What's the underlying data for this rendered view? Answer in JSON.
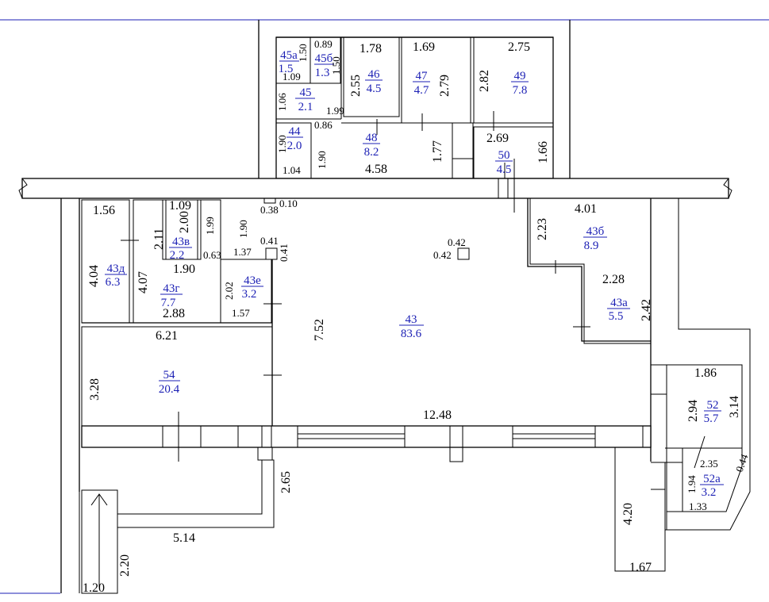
{
  "rooms": [
    {
      "id": "45a",
      "area": "1.5"
    },
    {
      "id": "45б",
      "area": "1.3"
    },
    {
      "id": "45",
      "area": "2.1"
    },
    {
      "id": "44",
      "area": "2.0"
    },
    {
      "id": "46",
      "area": "4.5"
    },
    {
      "id": "47",
      "area": "4.7"
    },
    {
      "id": "48",
      "area": "8.2"
    },
    {
      "id": "49",
      "area": "7.8"
    },
    {
      "id": "50",
      "area": "4.5"
    },
    {
      "id": "43д",
      "area": "6.3"
    },
    {
      "id": "43г",
      "area": "7.7"
    },
    {
      "id": "43в",
      "area": "2.2"
    },
    {
      "id": "43е",
      "area": "3.2"
    },
    {
      "id": "43",
      "area": "83.6"
    },
    {
      "id": "43б",
      "area": "8.9"
    },
    {
      "id": "43а",
      "area": "5.5"
    },
    {
      "id": "54",
      "area": "20.4"
    },
    {
      "id": "52",
      "area": "5.7"
    },
    {
      "id": "52а",
      "area": "3.2"
    }
  ],
  "dims": [
    "0.89",
    "1.50",
    "1.09",
    "1.50",
    "1.78",
    "2.55",
    "1.69",
    "2.79",
    "2.75",
    "2.82",
    "1.06",
    "1.99",
    "0.86",
    "1.77",
    "2.69",
    "1.66",
    "1.90",
    "1.90",
    "1.04",
    "4.58",
    "0.38",
    "0.10",
    "1.56",
    "1.09",
    "2.00",
    "1.99",
    "2.11",
    "1.90",
    "4.04",
    "4.07",
    "0.63",
    "1.37",
    "0.41",
    "0.41",
    "1.90",
    "2.02",
    "1.57",
    "2.88",
    "0.42",
    "0.42",
    "7.52",
    "4.01",
    "2.23",
    "2.28",
    "2.42",
    "6.21",
    "3.28",
    "12.48",
    "1.86",
    "2.94",
    "3.14",
    "2.35",
    "0.44",
    "1.94",
    "1.33",
    "4.20",
    "1.67",
    "2.65",
    "5.14",
    "2.20",
    "1.20"
  ]
}
